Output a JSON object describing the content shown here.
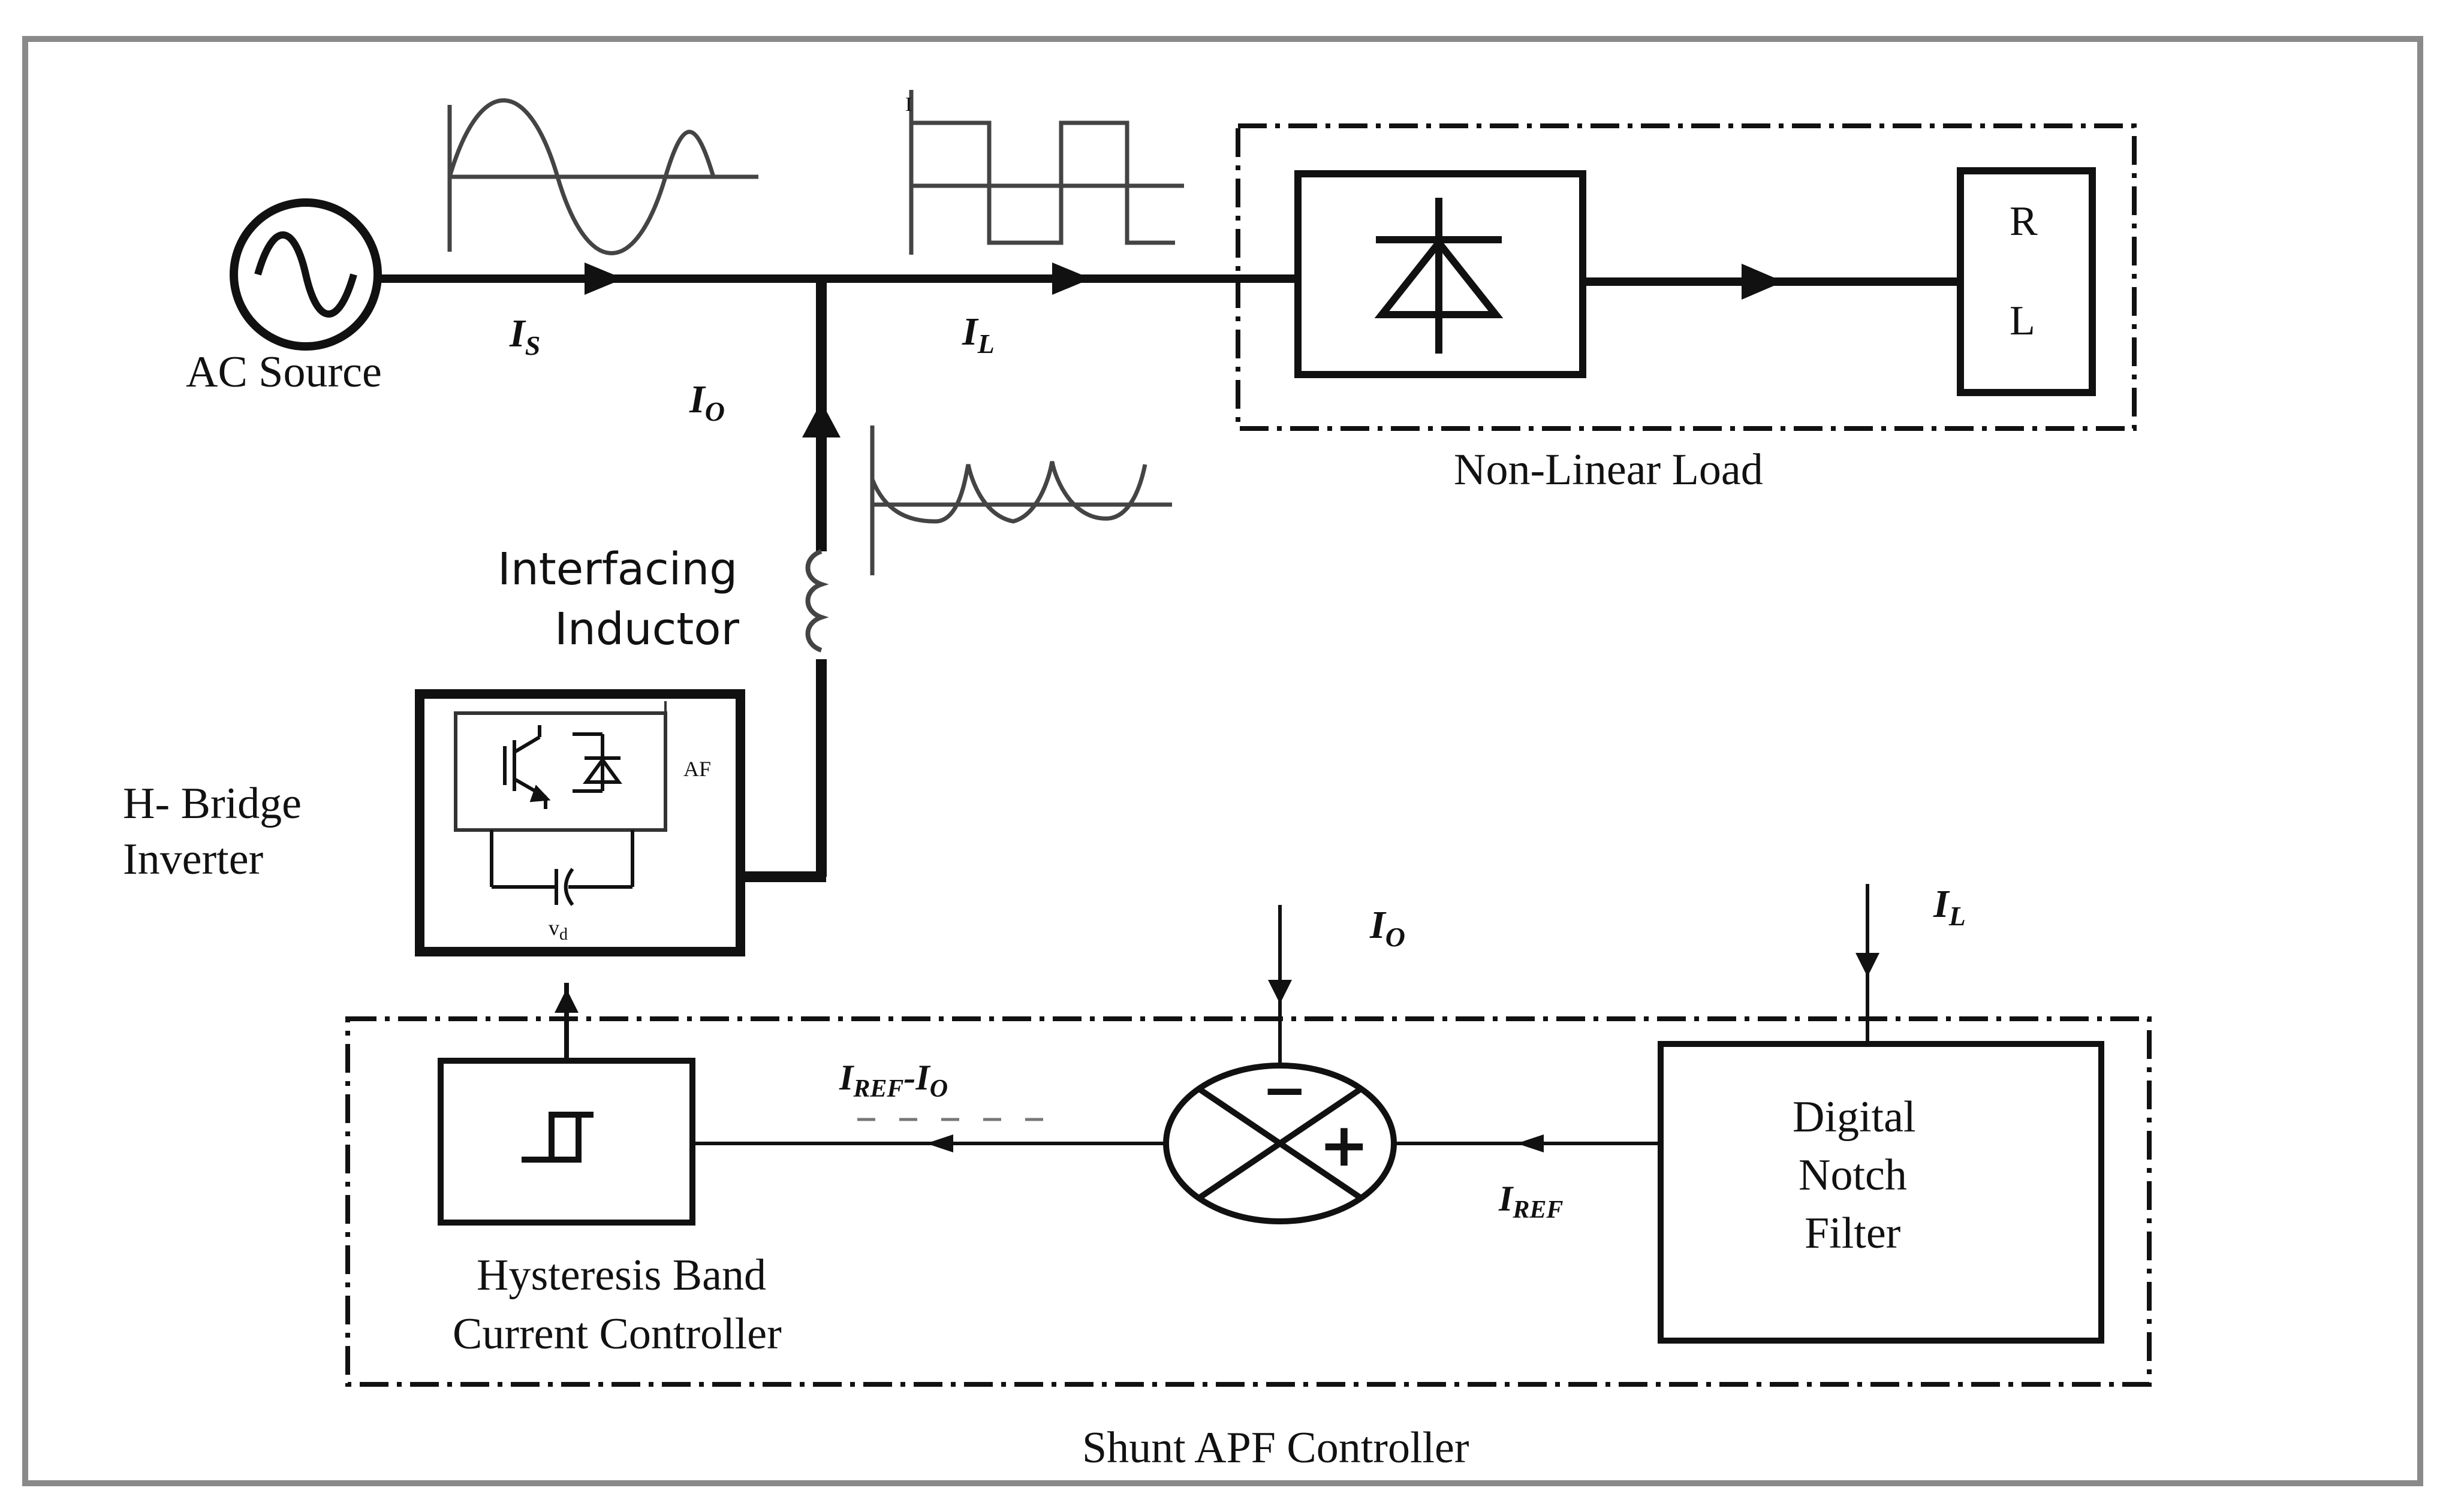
{
  "labels": {
    "ac_source": "AC Source",
    "is_main": "I",
    "is_sub": "S",
    "il_main": "I",
    "il_sub": "L",
    "io_main": "I",
    "io_sub": "O",
    "load_wave_tick": "I",
    "non_linear_load": "Non-Linear Load",
    "r": "R",
    "l": "L",
    "interfacing_line1": "Interfacing",
    "interfacing_line2": "Inductor",
    "hbridge_line1": "H- Bridge",
    "hbridge_line2": "Inverter",
    "af": "AF",
    "vd_main": "v",
    "vd_sub": "d",
    "io2_main": "I",
    "io2_sub": "O",
    "il2_main": "I",
    "il2_sub": "L",
    "err_i1": "I",
    "err_sub1": "REF",
    "err_dash": "-I",
    "err_sub2": "O",
    "iref_main": "I",
    "iref_sub": "REF",
    "notch_line1": "Digital",
    "notch_line2": "Notch",
    "notch_line3": "Filter",
    "hyst_line1": "Hysteresis Band",
    "hyst_line2": "Current Controller",
    "shunt_apf": "Shunt APF Controller",
    "minus": "−",
    "plus": "+"
  },
  "colors": {
    "line": "#111111",
    "frame": "#8a8a8a",
    "background": "#ffffff"
  }
}
